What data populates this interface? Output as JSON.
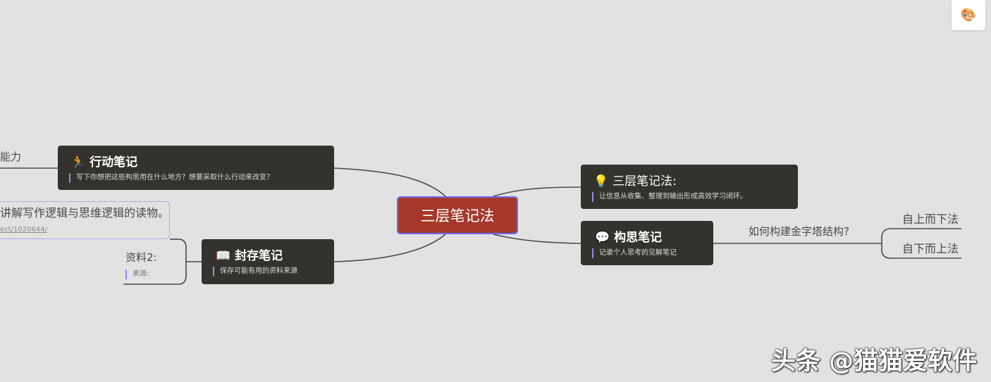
{
  "toolbar": {
    "theme_icon": "palette-icon",
    "theme_glyph": "🎨"
  },
  "root": {
    "label": "三层笔记法"
  },
  "nodes": {
    "action": {
      "icon": "running-person-icon",
      "glyph": "🏃",
      "title": "行动笔记",
      "note": "写下你想把这些构思用在什么地方？想要采取什么行动来改变？"
    },
    "archive": {
      "icon": "open-book-icon",
      "glyph": "📖",
      "title": "封存笔记",
      "note": "保存可能有用的资料来源"
    },
    "method": {
      "icon": "lightbulb-icon",
      "glyph": "💡",
      "title": "三层笔记法:",
      "note": "让信息从收集、整理到输出形成高效学习闭环。"
    },
    "idea": {
      "icon": "speech-bubble-icon",
      "glyph": "💬",
      "title": "构思笔记",
      "note": "记录个人思考的见解笔记"
    }
  },
  "left_partial": {
    "ability": "能力",
    "reference_text": "讲解写作逻辑与思维逻辑的读物。",
    "reference_link": "ect/1020644/",
    "material_title": "资料2:",
    "material_note": "来源:"
  },
  "right_branch": {
    "question": "如何构建金字塔结构?",
    "top_down": "自上而下法",
    "bottom_up": "自下而上法"
  },
  "watermark": "头条 @猫猫爱软件",
  "colors": {
    "background": "#e2e2e2",
    "node": "#34322d",
    "root": "#a5382a",
    "accent": "#6e6be8",
    "line": "#4a4a4a"
  }
}
